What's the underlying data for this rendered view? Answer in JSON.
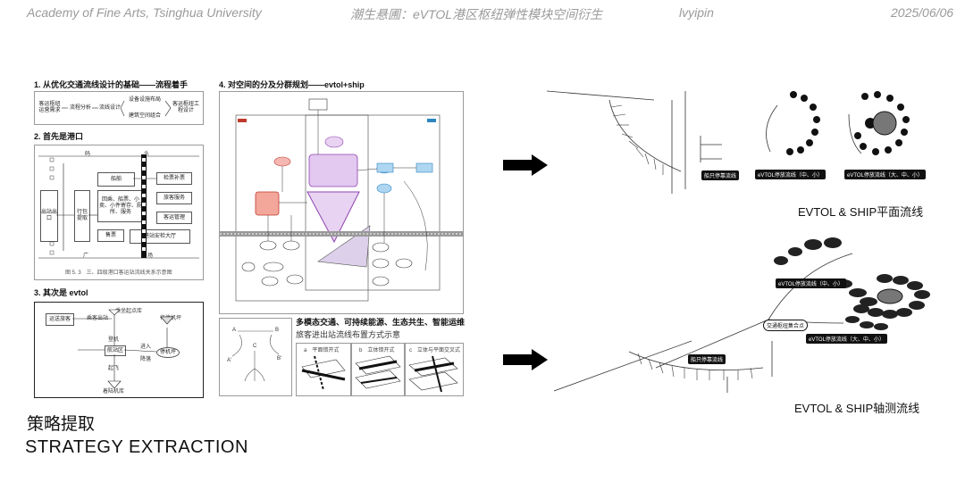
{
  "header": {
    "school": "Academy of Fine Arts, Tsinghua University",
    "project": "潮生悬圃：eVTOL港区枢纽弹性模块空间衍生",
    "author": "lvyipin",
    "date": "2025/06/06"
  },
  "sections": {
    "s1_title": "1. 从优化交通流线设计的基础——流程着手",
    "s2_title": "2. 首先是港口",
    "s3_title": "3. 其次是 evtol",
    "s4_title": "4. 对空间的分及分群规划——evtol+ship"
  },
  "flow1": {
    "n1": "客运枢纽运营需求",
    "n2": "流程分析",
    "n3": "流线设计",
    "n4": "设备设施布局",
    "n5": "建筑空间组合",
    "n6": "客运枢纽工程设计"
  },
  "port": {
    "top": "码",
    "top2": "头",
    "bottom": "广",
    "bottom2": "场",
    "exit": "出站出口",
    "luggage": "行包提取",
    "ship": "船舶",
    "inspect": "检票补票",
    "service": "旅客服务",
    "mgmt": "客运管理",
    "hall_list": "回乘、船票、小卖、小件寄存、厕所、服务",
    "ticket": "售票",
    "hall": "进站安检大厅",
    "caption": "图 5. 3　三、四级港口客运站流线关系示意图"
  },
  "evtol": {
    "n1": "运送旅客",
    "n2": "乘坐起点库",
    "n3": "待停机坪",
    "n4": "乘客出站",
    "n5": "登机",
    "n6": "航站区",
    "n7": "停机坪",
    "n8": "着陆机库",
    "n9": "降落",
    "n10": "起飞",
    "n11": "进入"
  },
  "section4": {
    "heading": "多模态交通、可持续能源、生态共生、智能运维",
    "subheading": "旅客进出站流线布置方式示意",
    "opt_a": "a　平面错开式",
    "opt_b": "b　立体错开式",
    "opt_c": "c　立体与平面交叉式",
    "letters": [
      "A",
      "B",
      "C",
      "A'",
      "B'"
    ]
  },
  "strategy": {
    "cn": "策略提取",
    "en": "STRATEGY EXTRACTION"
  },
  "right": {
    "plan_caption": "EVTOL & SHIP平面流线",
    "axo_caption": "EVTOL & SHIP轴测流线",
    "lbl_ship_plan": "船只停靠流线",
    "lbl_small_plan": "eVTOL停放流线（中、小）",
    "lbl_large_plan": "eVTOL停放流线（大、中、小）",
    "lbl_small_axo": "eVTOL停放流线（中、小）",
    "lbl_hub": "交通枢纽集合点",
    "lbl_large_axo": "eVTOL停放流线（大、中、小）",
    "lbl_ship_axo": "船只停靠流线"
  }
}
